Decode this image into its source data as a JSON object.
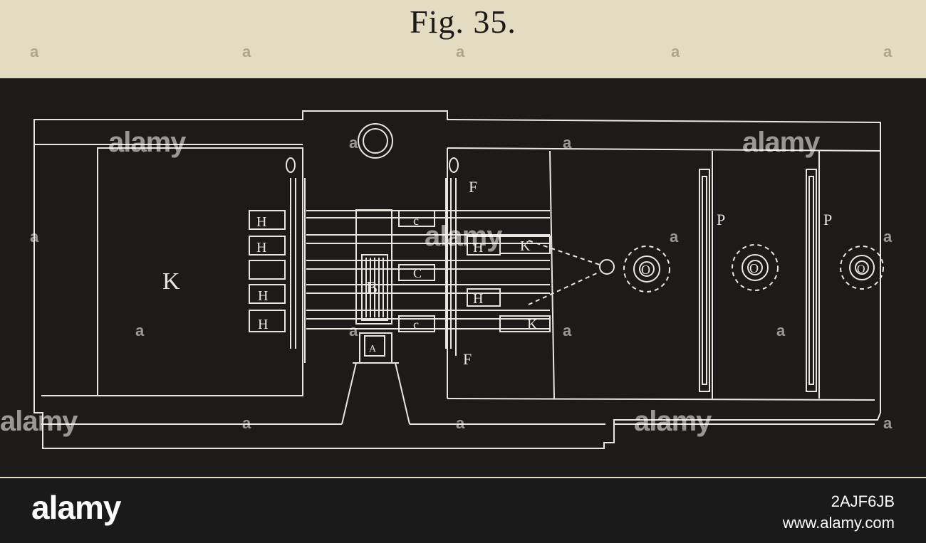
{
  "figure": {
    "title": "Fig. 35."
  },
  "labels": {
    "K_left": "K",
    "H": "H",
    "B": "B",
    "A": "A",
    "c": "c",
    "C": "C",
    "F": "F",
    "K": "K",
    "P": "P",
    "O": "O"
  },
  "watermark": {
    "text": "alamy",
    "letter": "a"
  },
  "stock_bar": {
    "logo": "alamy",
    "image_id": "2AJF6JB",
    "url": "www.alamy.com"
  },
  "colors": {
    "paper": "#e4dcc2",
    "plate": "#1d1b19",
    "line": "#e9e6df",
    "bar": "#1a1a1a"
  }
}
